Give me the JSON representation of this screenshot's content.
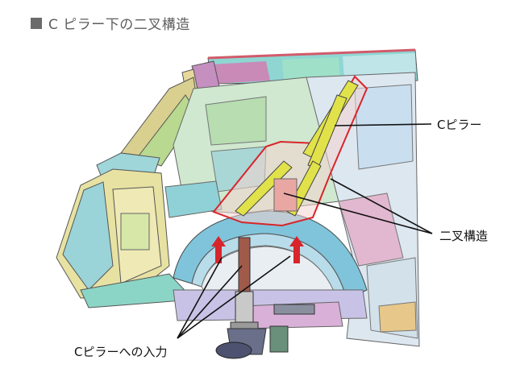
{
  "title": "C ピラー下の二叉構造",
  "labels": {
    "c_pillar": "Cピラー",
    "bifurcation": "二叉構造",
    "input": "Cピラーへの入力"
  },
  "colors": {
    "highlight_outline": "#d8252b",
    "pillar_fill": "#e1e24a",
    "load_arrow": "#d8252b",
    "leader_line": "#111111"
  }
}
